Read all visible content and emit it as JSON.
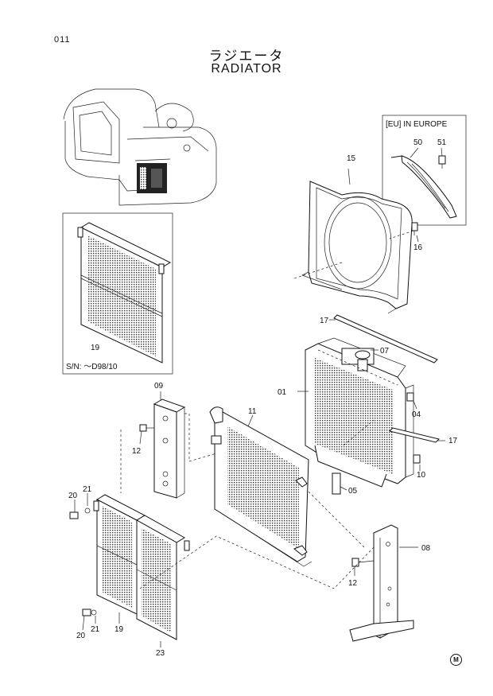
{
  "header": {
    "page_number": "011",
    "title_jp": "ラジエータ",
    "title_en": "RADIATOR"
  },
  "inset_europe": {
    "label": "[EU] IN EUROPE"
  },
  "inset_serial": {
    "label": "S/N: ～D98/10"
  },
  "callouts": {
    "p01": "01",
    "p04": "04",
    "p05": "05",
    "p07": "07",
    "p08": "08",
    "p09": "09",
    "p10": "10",
    "p11": "11",
    "p12a": "12",
    "p12b": "12",
    "p15": "15",
    "p16": "16",
    "p17a": "17",
    "p17b": "17",
    "p19a": "19",
    "p19b": "19",
    "p20a": "20",
    "p20b": "20",
    "p21a": "21",
    "p21b": "21",
    "p23": "23",
    "p50": "50",
    "p51": "51"
  },
  "footer": {
    "mark": "M"
  }
}
